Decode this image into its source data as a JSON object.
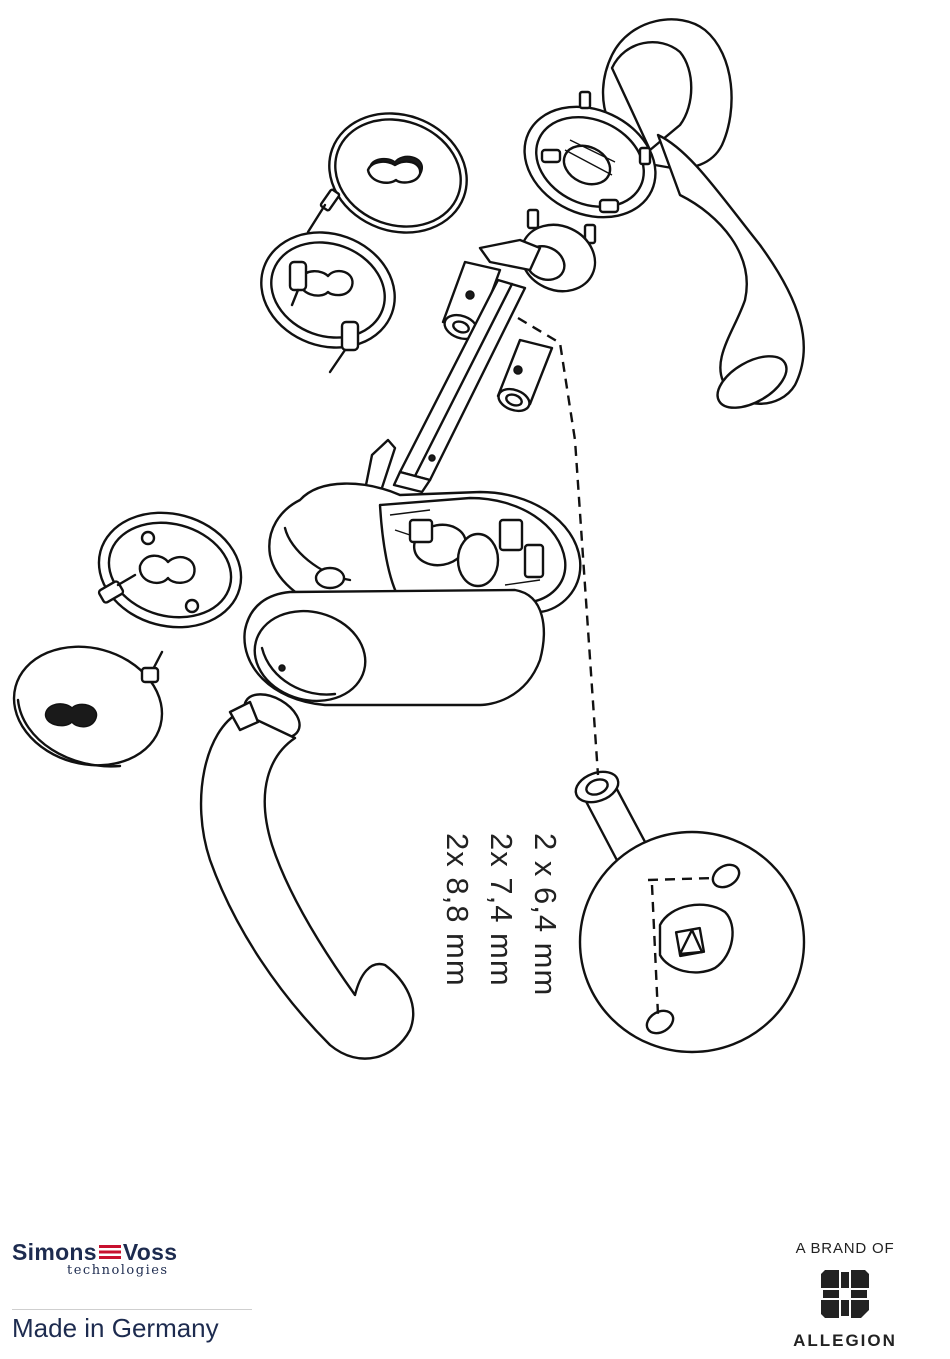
{
  "diagram": {
    "measurement_lines": [
      "2 x 6,4 mm",
      "2x 7,4 mm",
      "2x 8,8 mm"
    ],
    "components": [
      "handle-outer",
      "rosette-outer",
      "rosette-base-outer",
      "electronics-housing",
      "square-spindle",
      "spacer-sleeve",
      "handle-inner",
      "rosette-base-inner",
      "rosette-inner",
      "spacer-tube",
      "rosette-plate-with-arrow"
    ]
  },
  "branding": {
    "manufacturer_logo": "SimonsVoss",
    "manufacturer_name_left": "Simons",
    "manufacturer_name_right": "Voss",
    "manufacturer_tagline": "technologies",
    "made_in": "Made in Germany",
    "brand_of": "A BRAND OF",
    "parent_brand": "ALLEGION",
    "colors": {
      "navy": "#1d2b4f",
      "red": "#c8102e",
      "dark": "#222222"
    }
  }
}
